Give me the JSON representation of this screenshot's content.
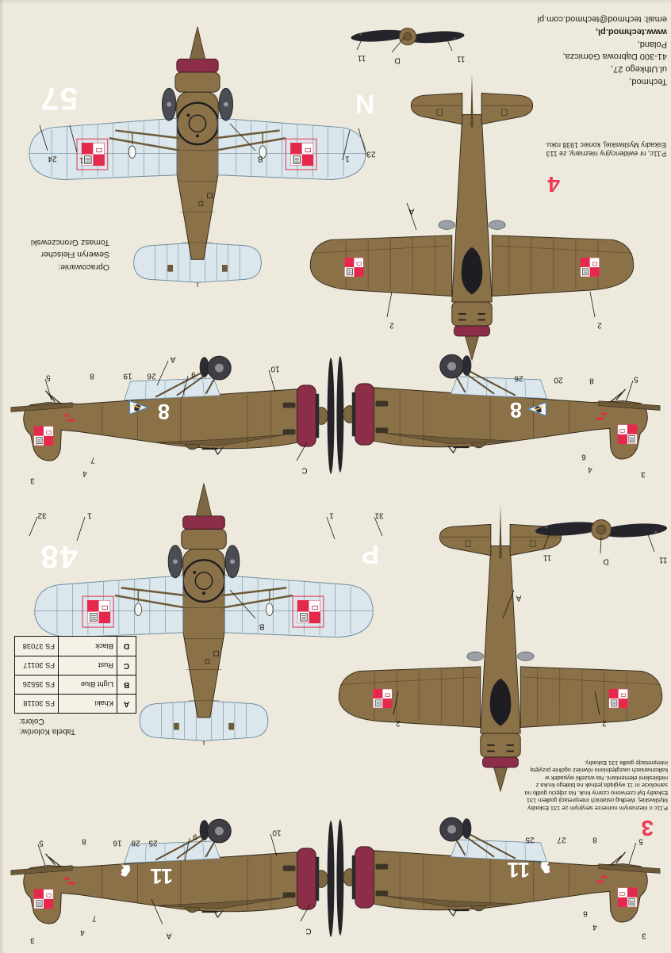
{
  "palette": {
    "paper": "#edeadd",
    "khaki": "#8a7148",
    "khaki_dark": "#6e5a38",
    "light_blue": "#dbe7ec",
    "rib_blue": "#7d98a8",
    "maroon_rust": "#8d2e49",
    "black": "#232328",
    "insignia_red": "#e5294d",
    "marker_red": "#ee3a56"
  },
  "publisher": {
    "lines": [
      "Techmod,",
      "ul.Uthkego 27,",
      "41-300 Dąbrowa Górnicza,",
      "Poland,",
      "www.techmod.pl,",
      "email: techmod@techmod.com.pl"
    ]
  },
  "credits": {
    "lines": [
      "Opracowanie:",
      "Seweryn Fleischer",
      "Tomasz Gronczewski"
    ]
  },
  "color_table": {
    "title_pl": "Tabela Kolorów:",
    "title_en": "Colors:",
    "rows": [
      {
        "code": "A",
        "name": "Khaki",
        "fs": "FS 30118"
      },
      {
        "code": "B",
        "name": "Light Blue",
        "fs": "FS 35526"
      },
      {
        "code": "C",
        "name": "Rust",
        "fs": "FS 30117"
      },
      {
        "code": "D",
        "name": "Black",
        "fs": "FS 37038"
      }
    ]
  },
  "sections": {
    "s3": {
      "marker": "3",
      "lines": [
        "P.11c o nieznanym numerze seryjnym ze 131 Eskadry",
        "Myśliwskiej. Według ostatnich interpretacji godłem 131",
        "Eskadry był czerwono czarny kruk. Na zdjęciu godło na",
        "samolocie nr 11 wygląda jednak na białego kruka z",
        "niebieskimi elementami. Na wszelki wypadek w",
        "kalkomaniach uwzględniono również ogólnie przyjętą",
        "interpretację godła 131 Eskadry."
      ]
    },
    "s4": {
      "marker": "4",
      "lines": [
        "P.11c, nr ewidencyjny nieznany, ze 113",
        "Eskadry Myśliwskiej, koniec 1938 roku."
      ]
    }
  },
  "markings": {
    "number_11": "11",
    "number_8": "8",
    "wing_57": "57",
    "wing_n": "N",
    "wing_48": "48",
    "wing_p": "P"
  },
  "callouts": {
    "p11s_top": [
      "3",
      "4",
      "6"
    ],
    "p11s_bot": [
      "5",
      "8",
      "27",
      "25"
    ],
    "p11p_top": [
      "C",
      "A",
      "7",
      "4",
      "3"
    ],
    "p11p_bot": [
      "10",
      "9",
      "25",
      "28",
      "16",
      "8",
      "5"
    ],
    "p8s_top": [
      "3",
      "4",
      "6"
    ],
    "p8s_bot": [
      "5",
      "8",
      "20",
      "26"
    ],
    "p8p_top": [
      "C",
      "7",
      "4",
      "3"
    ],
    "p8p_bot": [
      "10",
      "A",
      "9",
      "26",
      "19",
      "8",
      "5"
    ],
    "top_upper": [
      "A",
      "2",
      "2"
    ],
    "top_lower": [
      "A",
      "2",
      "2"
    ],
    "bottom_48": [
      "31",
      "1",
      "B",
      "1",
      "32"
    ],
    "bottom_57": [
      "23",
      "1",
      "B",
      "1",
      "24"
    ],
    "prop_upper": [
      "11",
      "D",
      "11"
    ],
    "prop_lower": [
      "11",
      "D",
      "11"
    ]
  }
}
